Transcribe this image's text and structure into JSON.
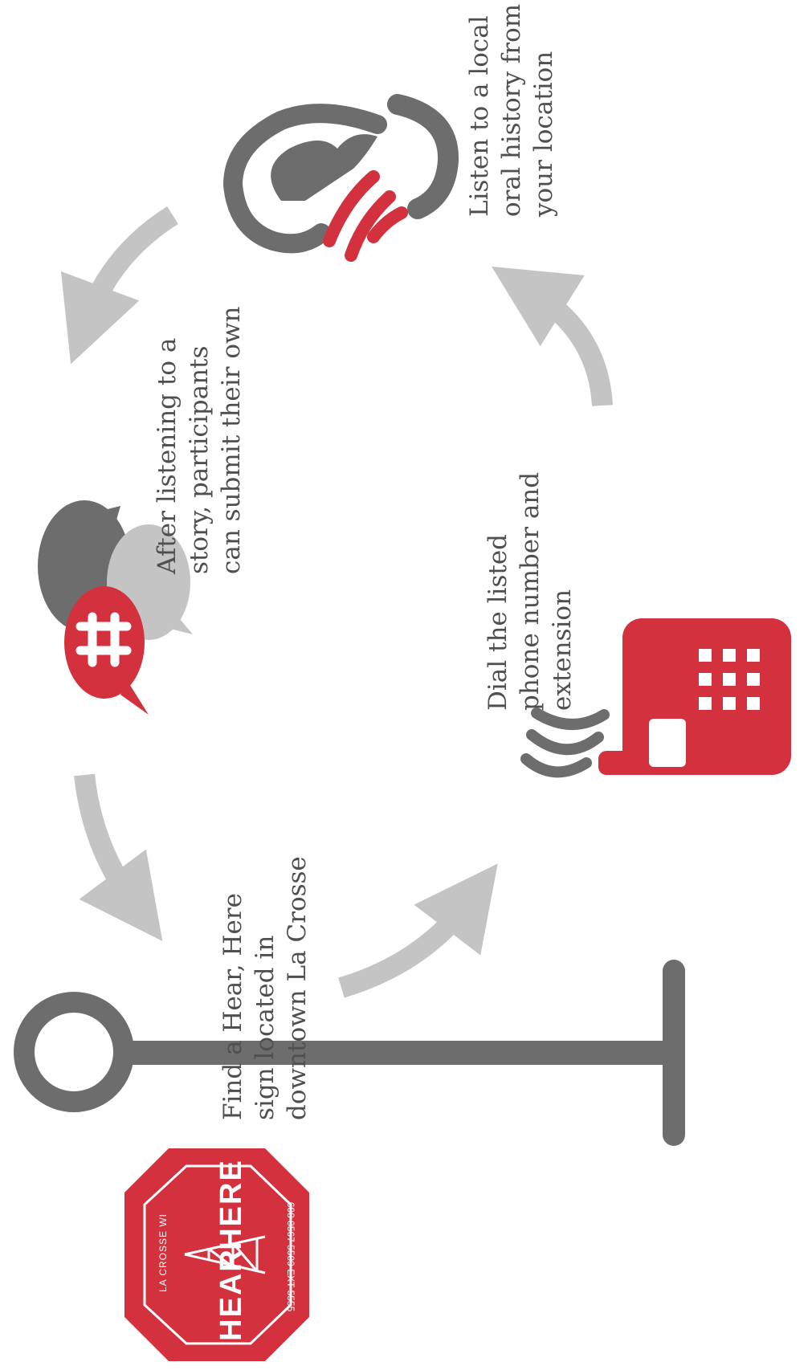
{
  "colors": {
    "accent_red": "#d3313e",
    "dark_gray": "#6d6d6d",
    "mid_gray": "#8a8a8a",
    "light_gray": "#c4c4c4",
    "text_gray": "#4f4f4f"
  },
  "steps": [
    {
      "id": "find-sign",
      "icon": "signpost-icon",
      "lines": [
        "Find a Hear, Here",
        "sign located in",
        "downtown La Crosse"
      ]
    },
    {
      "id": "dial",
      "icon": "cell-phone-icon",
      "lines": [
        "Dial the listed",
        "phone number and",
        "extension"
      ]
    },
    {
      "id": "listen",
      "icon": "ear-listening-icon",
      "lines": [
        "Listen to a local",
        "oral history from",
        "your location"
      ]
    },
    {
      "id": "submit",
      "icon": "chat-bubbles-hashtag-icon",
      "lines": [
        "After listening to a",
        "story, participants",
        "can submit their own"
      ]
    }
  ],
  "logo": {
    "word_left": "HEAR",
    "word_right": "HERE",
    "place": "LA CROSSE WI",
    "phone": "608 8567 5509 EXT 5555"
  }
}
